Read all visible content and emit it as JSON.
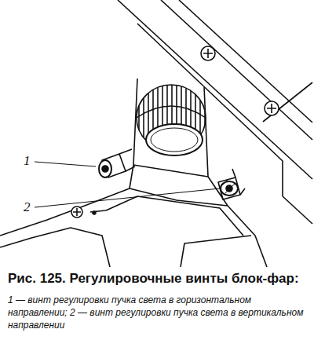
{
  "diagram": {
    "caption": "Рис. 125. Регулировочные винты блок-фар:",
    "labels": [
      "1",
      "2",
      "1 — винт регулировки пучка света в горизонтальном направлении; 2 — винт регулировки пучка света в вертикальном направлении"
    ]
  }
}
